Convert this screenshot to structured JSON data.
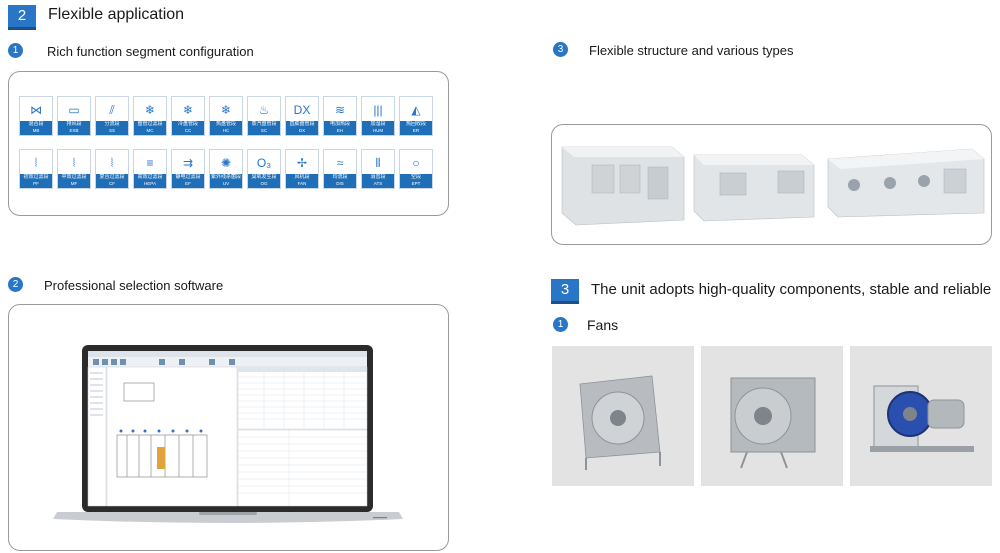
{
  "section2": {
    "num": "2",
    "title": "Flexible application"
  },
  "item1": {
    "num": "1",
    "title": "Rich function segment configuration"
  },
  "item2": {
    "num": "2",
    "title": "Professional selection software"
  },
  "item3": {
    "num": "3",
    "title": "Flexible structure and various types"
  },
  "section3": {
    "num": "3",
    "title": "The unit adopts high-quality components, stable and reliable"
  },
  "fans": {
    "num": "1",
    "title": "Fans"
  },
  "segments": [
    {
      "cn": "混合段",
      "code": "MB",
      "icon": "mixing-icon"
    },
    {
      "cn": "排风段",
      "code": "EXB",
      "icon": "exhaust-icon"
    },
    {
      "cn": "分流段",
      "code": "SS",
      "icon": "split-flow-icon"
    },
    {
      "cn": "盘管过滤段",
      "code": "MC",
      "icon": "coil-filter-icon"
    },
    {
      "cn": "冷盘管段",
      "code": "CC",
      "icon": "cooling-coil-icon"
    },
    {
      "cn": "热盘管段",
      "code": "HC",
      "icon": "heating-coil-icon"
    },
    {
      "cn": "蒸汽盘管段",
      "code": "SC",
      "icon": "steam-coil-icon"
    },
    {
      "cn": "直膨盘管段",
      "code": "DX",
      "icon": "dx-coil-icon"
    },
    {
      "cn": "电加热段",
      "code": "EH",
      "icon": "electric-heater-icon"
    },
    {
      "cn": "加湿段",
      "code": "HUM",
      "icon": "humidifier-icon"
    },
    {
      "cn": "热回收段",
      "code": "ER",
      "icon": "energy-recovery-icon"
    },
    {
      "cn": "初效过滤段",
      "code": "PF",
      "icon": "primary-filter-icon"
    },
    {
      "cn": "中效过滤段",
      "code": "MF",
      "icon": "medium-filter-icon"
    },
    {
      "cn": "复合过滤段",
      "code": "CF",
      "icon": "compound-filter-icon"
    },
    {
      "cn": "高效过滤段",
      "code": "HEPA",
      "icon": "hepa-filter-icon"
    },
    {
      "cn": "静电过滤段",
      "code": "EF",
      "icon": "electrostatic-filter-icon"
    },
    {
      "cn": "紫外线杀菌段",
      "code": "UV",
      "icon": "uv-icon"
    },
    {
      "cn": "臭氧发生段",
      "code": "OG",
      "icon": "ozone-icon"
    },
    {
      "cn": "风机段",
      "code": "FAN",
      "icon": "fan-icon"
    },
    {
      "cn": "均流段",
      "code": "DIS",
      "icon": "distribution-icon"
    },
    {
      "cn": "消音段",
      "code": "ATS",
      "icon": "silencer-icon"
    },
    {
      "cn": "空段",
      "code": "EPT",
      "icon": "empty-section-icon"
    }
  ],
  "colors": {
    "accent": "#2a76c6",
    "tile_label": "#1f6fb8"
  }
}
